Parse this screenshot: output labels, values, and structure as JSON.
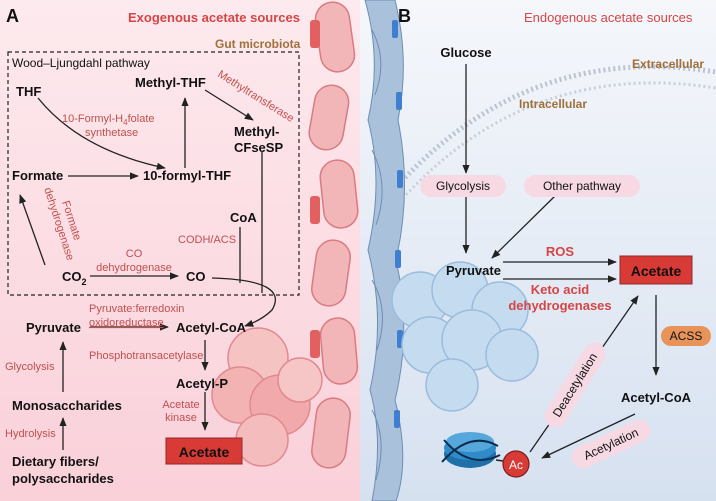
{
  "colors": {
    "left_bg_top": "#fde8ec",
    "left_bg_bottom": "#fbd2db",
    "right_bg_top": "#f3f6fb",
    "right_bg_bottom": "#d7e2f1",
    "heading_red": "#d64545",
    "enzyme_red": "#c0504d",
    "brown": "#a0703a",
    "acetate_box": "#d83a35",
    "acss_box": "#e8935a",
    "pill_pink": "#f7d9e3"
  },
  "panelA": {
    "letter": "A",
    "heading": "Exogenous acetate sources",
    "gut_label": "Gut microbiota",
    "box_title": "Wood–Ljungdahl pathway",
    "nodes": {
      "thf": "THF",
      "methyl_thf": "Methyl-THF",
      "methyl_cfsesp_1": "Methyl-",
      "methyl_cfsesp_2": "CFseSP",
      "formate": "Formate",
      "formyl_thf": "10-formyl-THF",
      "coa": "CoA",
      "co2": "CO",
      "co2_sub": "2",
      "co": "CO",
      "pyruvate": "Pyruvate",
      "acetyl_coa": "Acetyl-CoA",
      "acetyl_p": "Acetyl-P",
      "acetate": "Acetate",
      "monosaccharides": "Monosaccharides",
      "dietary_1": "Dietary fibers/",
      "dietary_2": "polysaccharides"
    },
    "enzymes": {
      "formyl_h4folate_1": "10-Formyl-H",
      "formyl_h4folate_sub": "4",
      "formyl_h4folate_2": "folate",
      "formyl_h4folate_3": "synthetase",
      "methyltransferase": "Methyltransferase",
      "formate_dh_1": "Formate",
      "formate_dh_2": "dehydrogenase",
      "codh_acs": "CODH/ACS",
      "co_dh_1": "CO",
      "co_dh_2": "dehydrogenase",
      "pfo_1": "Pyruvate:ferredoxin",
      "pfo_2": "oxidoreductase",
      "phosphotransacetylase": "Phosphotransacetylase",
      "acetate_kinase_1": "Acetate",
      "acetate_kinase_2": "kinase",
      "glycolysis": "Glycolysis",
      "hydrolysis": "Hydrolysis"
    }
  },
  "panelB": {
    "letter": "B",
    "heading": "Endogenous acetate sources",
    "extracellular": "Extracellular",
    "intracellular": "Intracellular",
    "glucose": "Glucose",
    "glycolysis": "Glycolysis",
    "other_pathway": "Other pathway",
    "pyruvate": "Pyruvate",
    "ros": "ROS",
    "keto_1": "Keto acid",
    "keto_2": "dehydrogenases",
    "acetate": "Acetate",
    "acss": "ACSS",
    "acetyl_coa": "Acetyl-CoA",
    "deacetylation": "Deacetylation",
    "acetylation": "Acetylation",
    "ac": "Ac"
  }
}
